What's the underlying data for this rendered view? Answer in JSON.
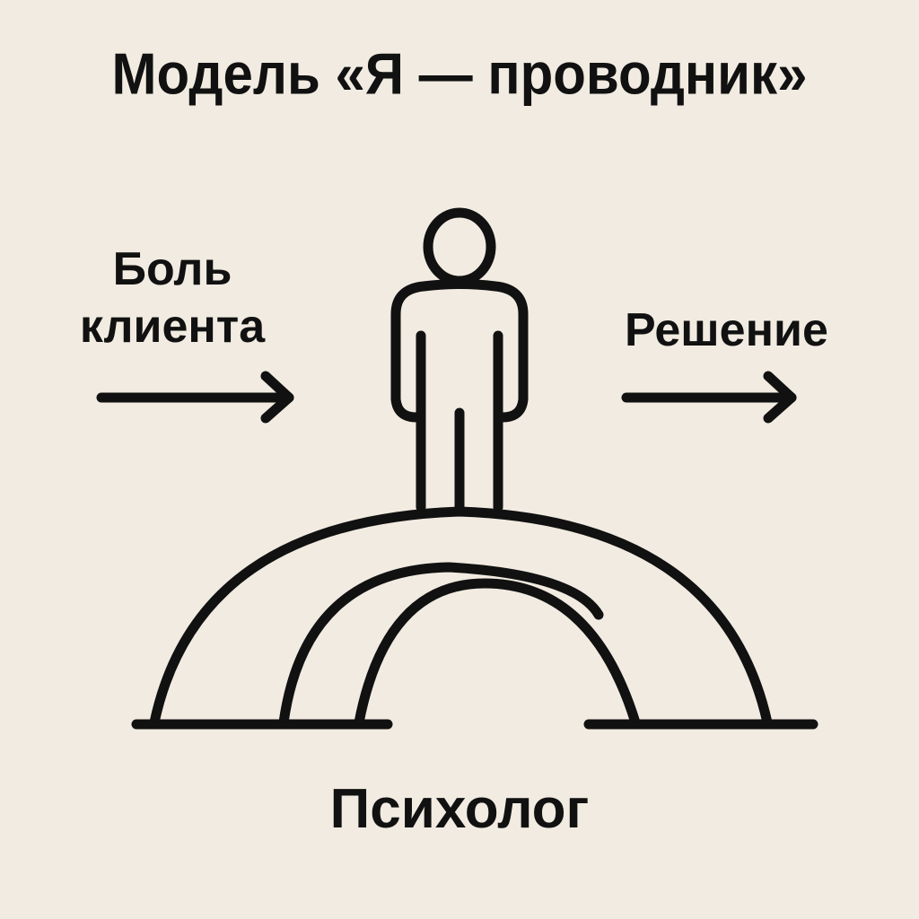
{
  "title": "Модель «Я — проводник»",
  "left_label": {
    "line1": "Боль",
    "line2": "клиента"
  },
  "right_label": "Решение",
  "bottom_label": "Психолог",
  "icons": {
    "person": "person-icon",
    "bridge": "bridge-icon",
    "left_arrow": "arrow-right-icon",
    "right_arrow": "arrow-right-icon"
  },
  "colors": {
    "background": "#f1ebe1",
    "ink": "#111111"
  }
}
